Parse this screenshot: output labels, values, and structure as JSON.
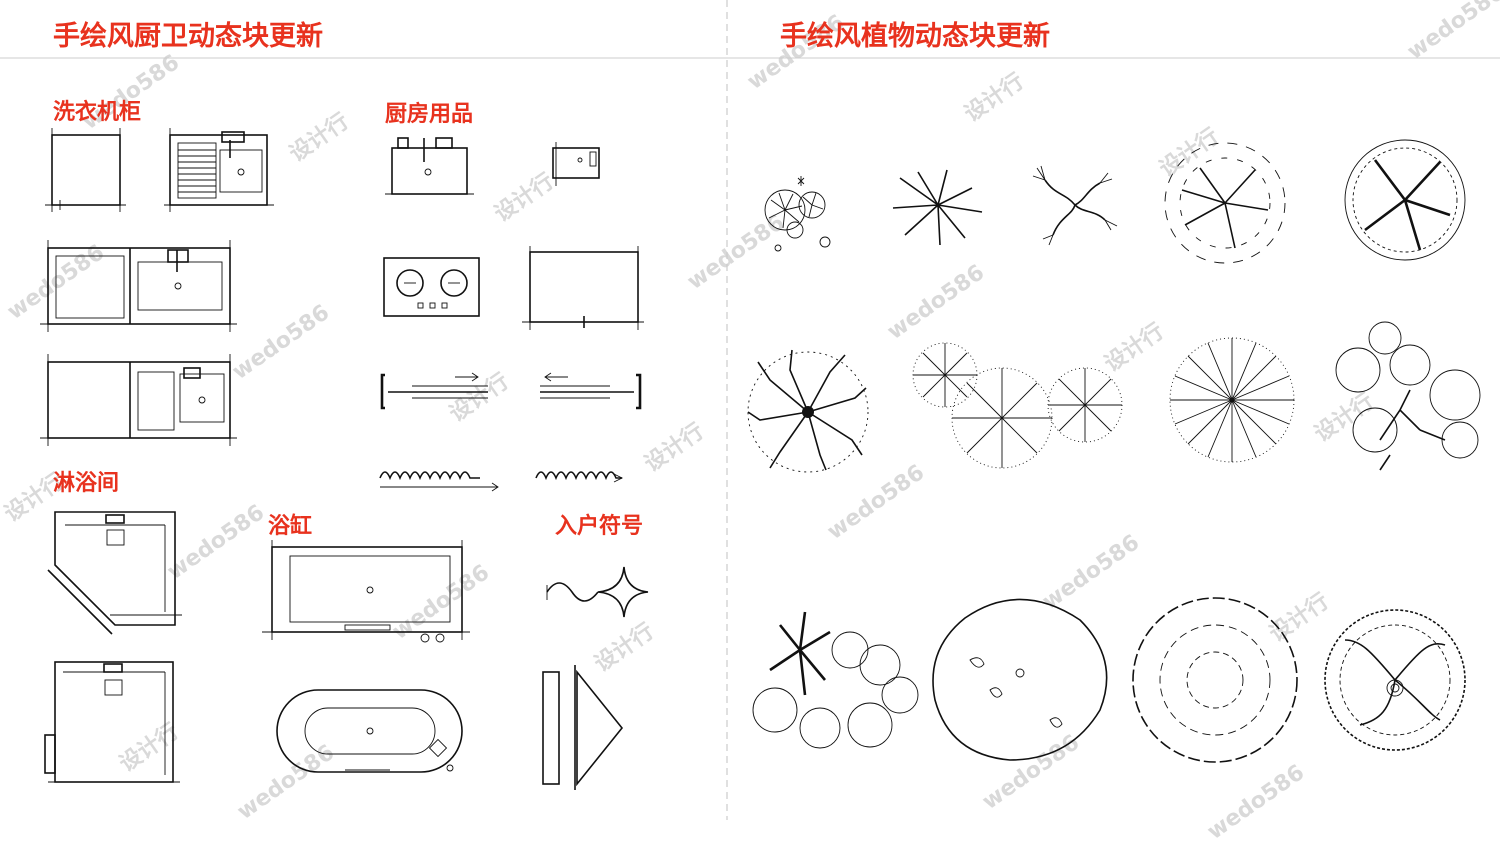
{
  "headers": {
    "left_title": "手绘风厨卫动态块更新",
    "right_title": "手绘风植物动态块更新"
  },
  "sections": {
    "washer_cabinet": "洗衣机柜",
    "kitchen": "厨房用品",
    "shower": "淋浴间",
    "bathtub": "浴缸",
    "entry_symbol": "入户符号"
  },
  "watermarks": {
    "brand": "wedo586",
    "cn": "设计行"
  },
  "colors": {
    "accent": "#e8321e",
    "line": "#111111",
    "divider": "#cccccc",
    "watermark": "#d9d9d9"
  }
}
